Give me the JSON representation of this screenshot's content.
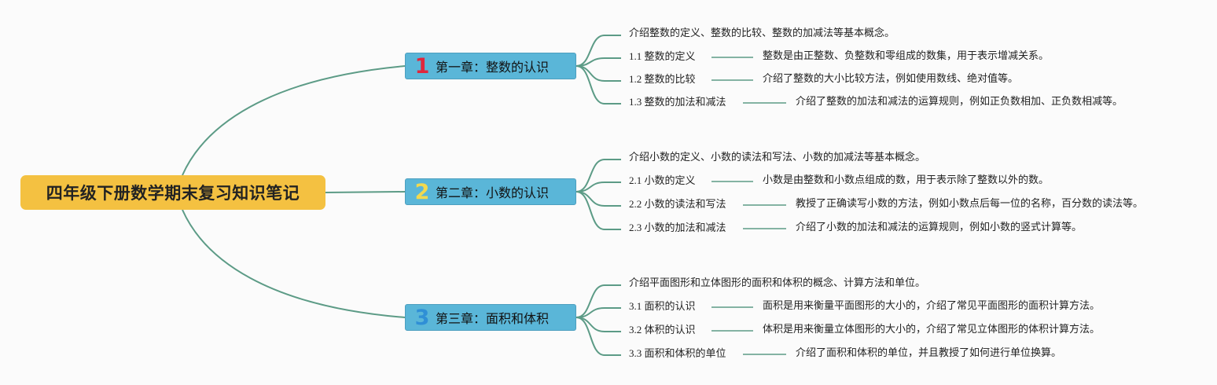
{
  "root": {
    "label": "四年级下册数学期末复习知识笔记"
  },
  "chapters": [
    {
      "number": "1",
      "number_color": "#e0263c",
      "title": "第一章：整数的认识",
      "intro": "介绍整数的定义、整数的比较、整数的加减法等基本概念。",
      "sections": [
        {
          "label": "1.1 整数的定义",
          "desc": "整数是由正整数、负整数和零组成的数集，用于表示增减关系。"
        },
        {
          "label": "1.2 整数的比较",
          "desc": "介绍了整数的大小比较方法，例如使用数线、绝对值等。"
        },
        {
          "label": "1.3 整数的加法和减法",
          "desc": "介绍了整数的加法和减法的运算规则，例如正负数相加、正负数相减等。"
        }
      ]
    },
    {
      "number": "2",
      "number_color": "#f2d94e",
      "title": "第二章：小数的认识",
      "intro": "介绍小数的定义、小数的读法和写法、小数的加减法等基本概念。",
      "sections": [
        {
          "label": "2.1 小数的定义",
          "desc": "小数是由整数和小数点组成的数，用于表示除了整数以外的数。"
        },
        {
          "label": "2.2 小数的读法和写法",
          "desc": "教授了正确读写小数的方法，例如小数点后每一位的名称，百分数的读法等。"
        },
        {
          "label": "2.3 小数的加法和减法",
          "desc": "介绍了小数的加法和减法的运算规则，例如小数的竖式计算等。"
        }
      ]
    },
    {
      "number": "3",
      "number_color": "#2f8fd6",
      "title": "第三章：面积和体积",
      "intro": "介绍平面图形和立体图形的面积和体积的概念、计算方法和单位。",
      "sections": [
        {
          "label": "3.1 面积的认识",
          "desc": "面积是用来衡量平面图形的大小的，介绍了常见平面图形的面积计算方法。"
        },
        {
          "label": "3.2 体积的认识",
          "desc": "体积是用来衡量立体图形的大小的，介绍了常见立体图形的体积计算方法。"
        },
        {
          "label": "3.3 面积和体积的单位",
          "desc": "介绍了面积和体积的单位，并且教授了如何进行单位换算。"
        }
      ]
    }
  ]
}
